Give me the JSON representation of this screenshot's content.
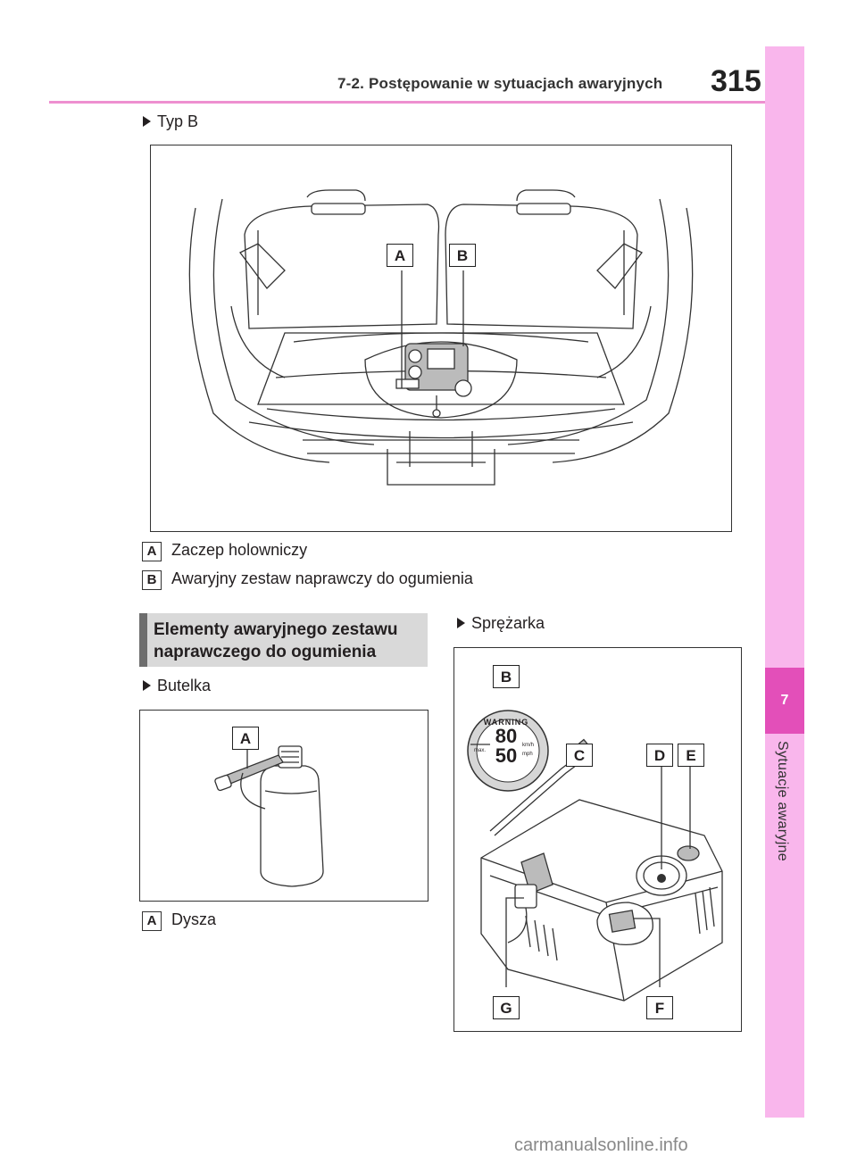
{
  "header": {
    "title": "7-2. Postępowanie w sytuacjach awaryjnych",
    "page_number": "315"
  },
  "side_tab": {
    "number": "7",
    "label": "Sytuacje awaryjne"
  },
  "type_b": {
    "subheading": "Typ B",
    "callouts": [
      "A",
      "B"
    ],
    "captions": [
      {
        "key": "A",
        "text": "Zaczep holowniczy"
      },
      {
        "key": "B",
        "text": "Awaryjny zestaw naprawczy do ogumienia"
      }
    ]
  },
  "section": {
    "title_line1": "Elementy awaryjnego zestawu",
    "title_line2": "naprawczego do ogumienia"
  },
  "bottle": {
    "subheading": "Butelka",
    "callout": "A",
    "caption_key": "A",
    "caption_text": "Dysza"
  },
  "compressor": {
    "subheading": "Sprężarka",
    "callouts": [
      "B",
      "C",
      "D",
      "E",
      "G",
      "F"
    ],
    "sticker": {
      "warning": "WARNING",
      "speed1": "80",
      "speed2": "50",
      "unit1": "km/h",
      "unit2": "mph",
      "max": "max."
    }
  },
  "watermark": "carmanualsonline.info"
}
